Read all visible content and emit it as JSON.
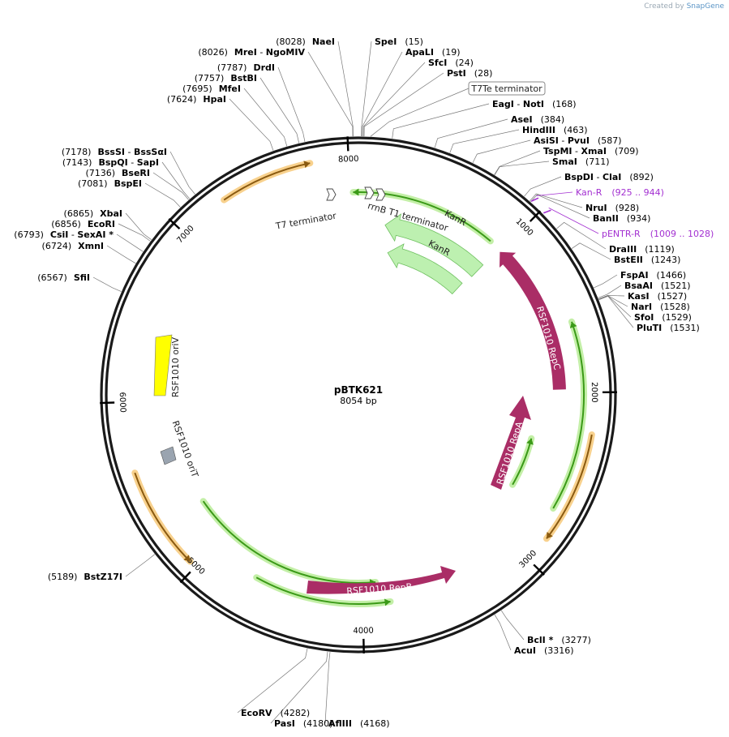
{
  "brand": {
    "created_by": "Created by",
    "name": "SnapGene"
  },
  "plasmid": {
    "name": "pBTK621",
    "size_label": "8054 bp",
    "length": 8054
  },
  "ticks": [
    {
      "pos": 1000,
      "label": "1000"
    },
    {
      "pos": 2000,
      "label": "2000"
    },
    {
      "pos": 3000,
      "label": "3000"
    },
    {
      "pos": 4000,
      "label": "4000"
    },
    {
      "pos": 5000,
      "label": "5000"
    },
    {
      "pos": 6000,
      "label": "6000"
    },
    {
      "pos": 7000,
      "label": "7000"
    },
    {
      "pos": 8000,
      "label": "8000"
    }
  ],
  "sites": [
    {
      "name": "SpeI",
      "num": "(15)",
      "bp": 15
    },
    {
      "name": "ApaLI",
      "num": "(19)",
      "bp": 19
    },
    {
      "name": "SfcI",
      "num": "(24)",
      "bp": 24
    },
    {
      "name": "PstI",
      "num": "(28)",
      "bp": 28
    },
    {
      "name": "EagI",
      "name2": "NotI",
      "num": "(168)",
      "bp": 168
    },
    {
      "name": "AseI",
      "num": "(384)",
      "bp": 384
    },
    {
      "name": "HindIII",
      "num": "(463)",
      "bp": 463
    },
    {
      "name": "AsiSI",
      "name2": "PvuI",
      "num": "(587)",
      "bp": 587
    },
    {
      "name": "TspMI",
      "name2": "XmaI",
      "num": "(709)",
      "bp": 709
    },
    {
      "name": "SmaI",
      "num": "(711)",
      "bp": 711
    },
    {
      "name": "BspDI",
      "name2": "ClaI",
      "num": "(892)",
      "bp": 892
    },
    {
      "name": "NruI",
      "num": "(928)",
      "bp": 928
    },
    {
      "name": "BanII",
      "num": "(934)",
      "bp": 934
    },
    {
      "name": "DraIII",
      "num": "(1119)",
      "bp": 1119
    },
    {
      "name": "BstEII",
      "num": "(1243)",
      "bp": 1243
    },
    {
      "name": "FspAI",
      "num": "(1466)",
      "bp": 1466
    },
    {
      "name": "BsaAI",
      "num": "(1521)",
      "bp": 1521
    },
    {
      "name": "KasI",
      "num": "(1527)",
      "bp": 1527
    },
    {
      "name": "NarI",
      "num": "(1528)",
      "bp": 1528
    },
    {
      "name": "SfoI",
      "num": "(1529)",
      "bp": 1529
    },
    {
      "name": "PluTI",
      "num": "(1531)",
      "bp": 1531
    },
    {
      "name": "BclI *",
      "num": "(3277)",
      "bp": 3277
    },
    {
      "name": "AcuI",
      "num": "(3316)",
      "bp": 3316
    },
    {
      "name": "AflIII",
      "num": "(4168)",
      "bp": 4168
    },
    {
      "name": "PasI",
      "num": "(4180)",
      "bp": 4180
    },
    {
      "name": "EcoRV",
      "num": "(4282)",
      "bp": 4282
    },
    {
      "name": "BstZ17I",
      "num": "(5189)",
      "bp": 5189
    },
    {
      "name": "SfiI",
      "num": "(6567)",
      "bp": 6567
    },
    {
      "name": "XmnI",
      "num": "(6724)",
      "bp": 6724
    },
    {
      "name": "CsiI",
      "name2": "SexAI *",
      "num": "(6793)",
      "bp": 6793
    },
    {
      "name": "EcoRI",
      "num": "(6856)",
      "bp": 6856
    },
    {
      "name": "XbaI",
      "num": "(6865)",
      "bp": 6865
    },
    {
      "name": "BspEI",
      "num": "(7081)",
      "bp": 7081
    },
    {
      "name": "BseRI",
      "num": "(7136)",
      "bp": 7136
    },
    {
      "name": "BspQI",
      "name2": "SapI",
      "num": "(7143)",
      "bp": 7143
    },
    {
      "name": "BssSI",
      "name2": "BssSαI",
      "num": "(7178)",
      "bp": 7178
    },
    {
      "name": "HpaI",
      "num": "(7624)",
      "bp": 7624
    },
    {
      "name": "MfeI",
      "num": "(7695)",
      "bp": 7695
    },
    {
      "name": "BstBI",
      "num": "(7757)",
      "bp": 7757
    },
    {
      "name": "DrdI",
      "num": "(7787)",
      "bp": 7787
    },
    {
      "name": "MreI",
      "name2": "NgoMIV",
      "num": "(8026)",
      "bp": 8026
    },
    {
      "name": "NaeI",
      "num": "(8028)",
      "bp": 8028
    }
  ],
  "primers": [
    {
      "name": "Kan-R",
      "range": "(925 .. 944)",
      "bp": 934
    },
    {
      "name": "pENTR-R",
      "range": "(1009 .. 1028)",
      "bp": 1018
    }
  ],
  "boxed_feature": {
    "label": "T7Te terminator"
  },
  "features": {
    "kanr_1": "KanR",
    "kanr_2": "KanR",
    "repc": "RSF1010 RepC",
    "repa": "RSF1010 RepA",
    "repb": "RSF1010 RepB",
    "oriv": "RSF1010 oriV",
    "orit": "RSF1010 oriT",
    "t7term": "T7 terminator",
    "rrnb": "rrnB T1 terminator"
  },
  "colors": {
    "backbone": "#1a1a1a",
    "orf_fill": "#bdf0b0",
    "orf_line": "#3b9a18",
    "orf_glow": "#b8ec98",
    "cds_fill": "#aa2d66",
    "orange_glow": "#f7c979",
    "orange_line": "#8a5a10",
    "oriv": "#ffff00",
    "orit": "#9aa4b0",
    "primer": "#a330d1"
  }
}
